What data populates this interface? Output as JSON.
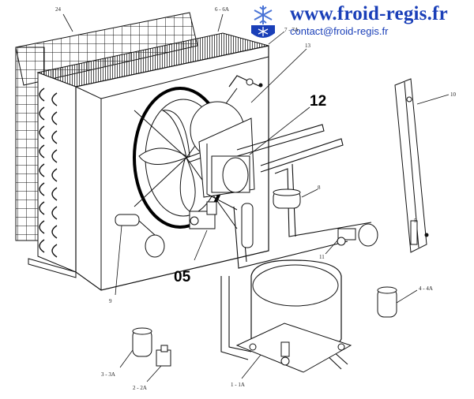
{
  "header": {
    "website": "www.froid-regis.fr",
    "email": "contact@froid-regis.fr"
  },
  "callouts": {
    "c24": "24",
    "c6_6a": "6 - 6A",
    "c7": "7 - 7A",
    "c13": "13",
    "c12": "12",
    "c10": "10",
    "c8": "8",
    "c5": "5",
    "c11": "11",
    "c05": "05",
    "c9": "9",
    "c4_4a": "4 - 4A",
    "c3_3a": "3 - 3A",
    "c2_2a": "2 - 2A",
    "c1_1a": "1 - 1A"
  },
  "colors": {
    "brand": "#1a3fb8",
    "line": "#111111"
  },
  "icons": {
    "logo": "snowflake-logo-icon"
  }
}
